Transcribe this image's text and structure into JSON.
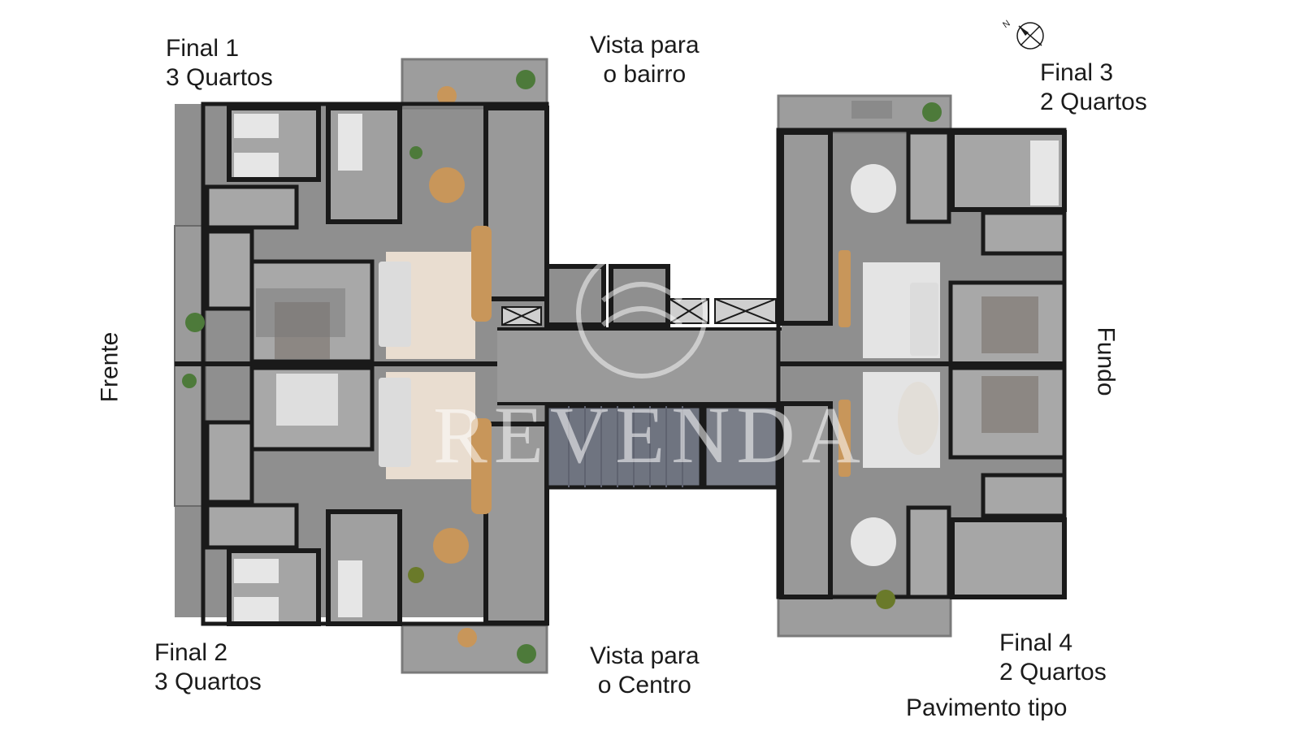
{
  "labels": {
    "unit1": {
      "line1": "Final 1",
      "line2": "3 Quartos"
    },
    "unit2": {
      "line1": "Final 2",
      "line2": "3 Quartos"
    },
    "unit3": {
      "line1": "Final 3",
      "line2": "2 Quartos"
    },
    "unit4": {
      "line1": "Final 4",
      "line2": "2 Quartos"
    },
    "view_top": {
      "line1": "Vista para",
      "line2": "o bairro"
    },
    "view_bottom": {
      "line1": "Vista para",
      "line2": "o Centro"
    },
    "front": "Frente",
    "back": "Fundo",
    "floor": "Pavimento tipo"
  },
  "watermark": {
    "text": "REVENDA"
  },
  "compass": {
    "letter": "N"
  },
  "colors": {
    "floor": "#8f8f8f",
    "room": "#a3a3a3",
    "wall": "#1a1a1a",
    "balcony": "#9b9b9b",
    "wood": "#c8965a",
    "rug": "#e9ddd0",
    "bed": "#e6e6e6",
    "plant": "#4d7a3a"
  }
}
